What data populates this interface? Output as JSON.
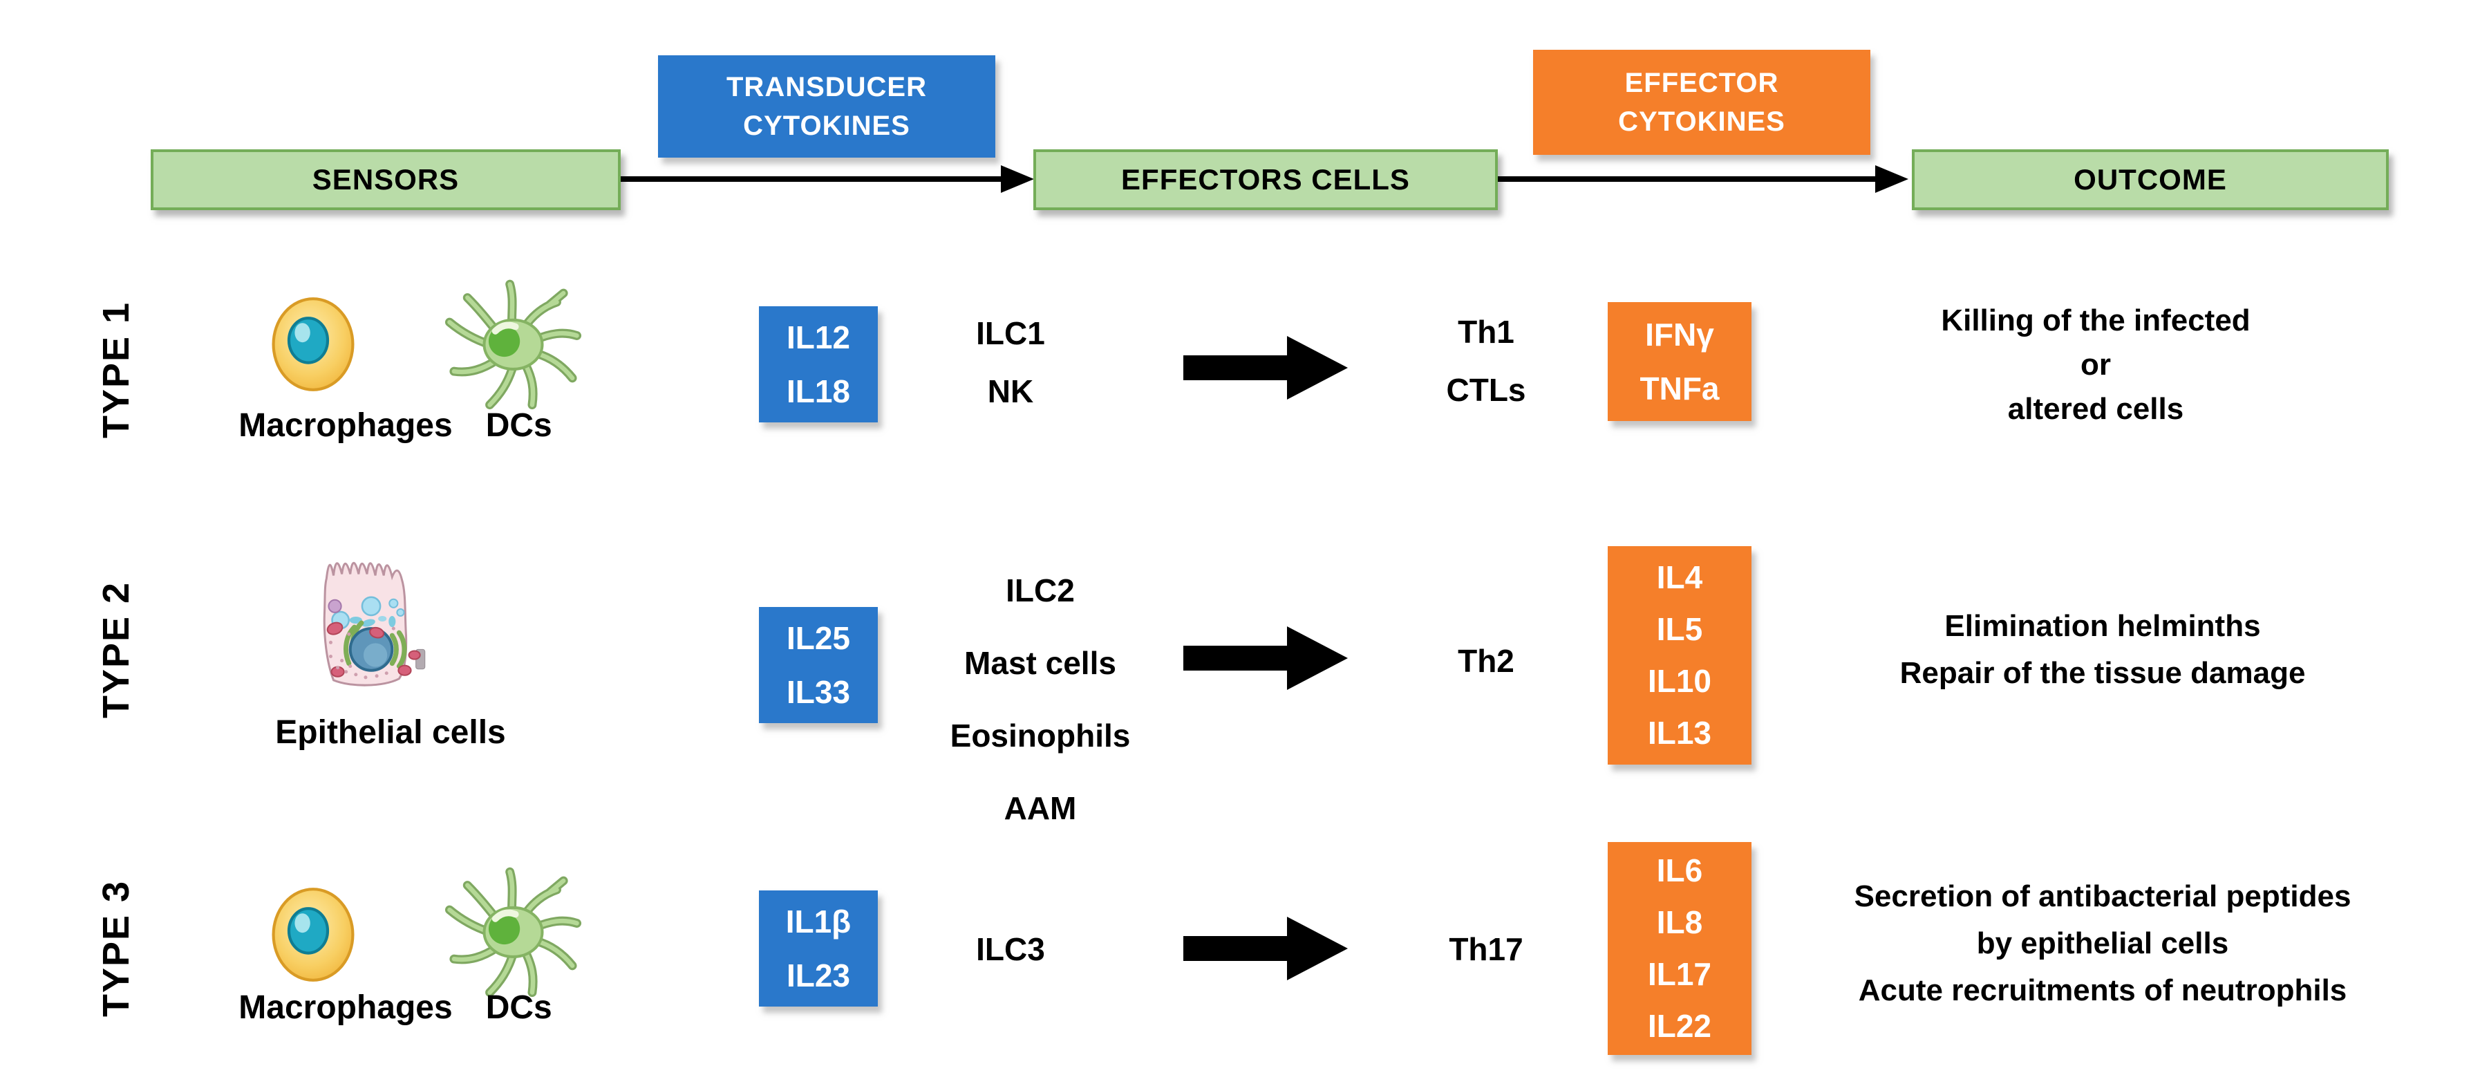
{
  "colors": {
    "header_green_fill": "#b9dca8",
    "header_green_border": "#74ad58",
    "transducer_blue": "#2a78cb",
    "effector_orange": "#f57f2a",
    "arrow_black": "#000000",
    "text_black": "#000000",
    "box_text_white": "#ffffff"
  },
  "header": {
    "sensors_label": "SENSORS",
    "transducer_line1": "TRANSDUCER",
    "transducer_line2": "CYTOKINES",
    "effectors_label": "EFFECTORS CELLS",
    "effector_line1": "EFFECTOR",
    "effector_line2": "CYTOKINES",
    "outcome_label": "OUTCOME"
  },
  "rows": [
    {
      "type_label": "TYPE 1",
      "sensor_icons": [
        "macrophage-cell",
        "dendritic-cell"
      ],
      "sensor_labels": [
        "Macrophages",
        "DCs"
      ],
      "transducer_cytokines": [
        "IL12",
        "IL18"
      ],
      "effector_cells": [
        "ILC1",
        "NK"
      ],
      "adaptive_cells": [
        "Th1",
        "CTLs"
      ],
      "effector_cytokines": [
        "IFNγ",
        "TNFa"
      ],
      "outcome_lines": [
        "Killing of the infected",
        "or",
        "altered cells"
      ]
    },
    {
      "type_label": "TYPE 2",
      "sensor_icons": [
        "epithelial-cell"
      ],
      "sensor_labels": [
        "Epithelial cells"
      ],
      "transducer_cytokines": [
        "IL25",
        "IL33"
      ],
      "effector_cells": [
        "ILC2",
        "Mast cells",
        "Eosinophils",
        "AAM"
      ],
      "adaptive_cells": [
        "Th2"
      ],
      "effector_cytokines": [
        "IL4",
        "IL5",
        "IL10",
        "IL13"
      ],
      "outcome_lines": [
        "Elimination helminths",
        "Repair of the tissue damage"
      ]
    },
    {
      "type_label": "TYPE 3",
      "sensor_icons": [
        "macrophage-cell",
        "dendritic-cell"
      ],
      "sensor_labels": [
        "Macrophages",
        "DCs"
      ],
      "transducer_cytokines": [
        "IL1β",
        "IL23"
      ],
      "effector_cells": [
        "ILC3"
      ],
      "adaptive_cells": [
        "Th17"
      ],
      "effector_cytokines": [
        "IL6",
        "IL8",
        "IL17",
        "IL22"
      ],
      "outcome_lines": [
        "Secretion of antibacterial peptides",
        "by epithelial cells",
        "Acute recruitments of neutrophils"
      ]
    }
  ]
}
